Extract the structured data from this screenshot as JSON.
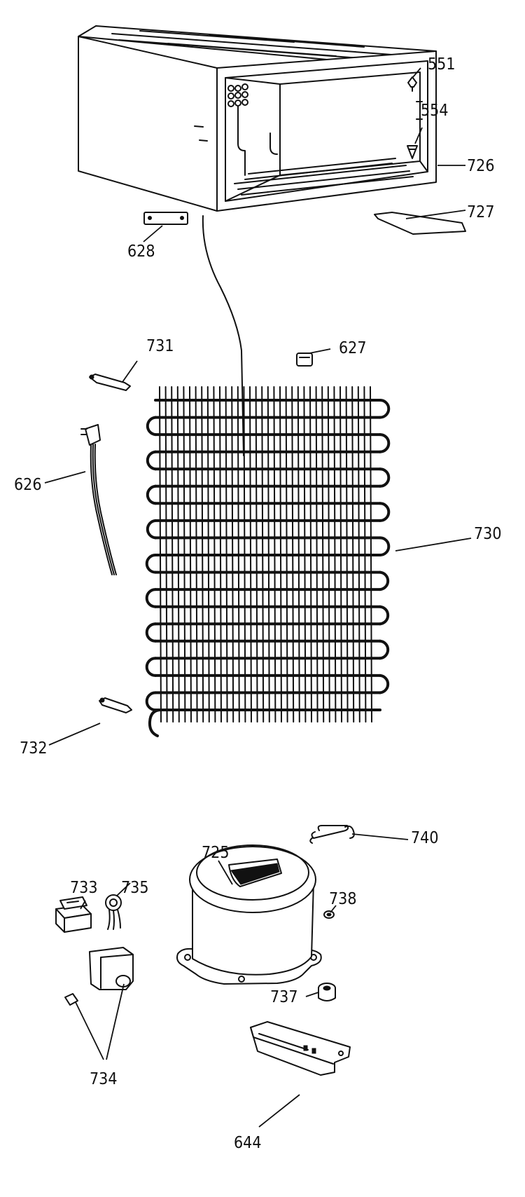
{
  "diagram": {
    "parts": [
      {
        "key": "cabinet_liner",
        "label": "726"
      },
      {
        "key": "liner_pin",
        "label": "551"
      },
      {
        "key": "screw",
        "label": "554"
      },
      {
        "key": "cover_strip",
        "label": "727"
      },
      {
        "key": "bracket",
        "label": "628"
      },
      {
        "key": "clip",
        "label": "627"
      },
      {
        "key": "upper_clip",
        "label": "731"
      },
      {
        "key": "power_cord",
        "label": "626"
      },
      {
        "key": "condenser",
        "label": "730"
      },
      {
        "key": "lower_clip",
        "label": "732"
      },
      {
        "key": "compressor",
        "label": "725"
      },
      {
        "key": "clip_spring",
        "label": "740"
      },
      {
        "key": "relay",
        "label": "733"
      },
      {
        "key": "overload",
        "label": "735"
      },
      {
        "key": "washer",
        "label": "738"
      },
      {
        "key": "grommet",
        "label": "737"
      },
      {
        "key": "relay_cover",
        "label": "734"
      },
      {
        "key": "mounting_bracket",
        "label": "644"
      }
    ]
  }
}
